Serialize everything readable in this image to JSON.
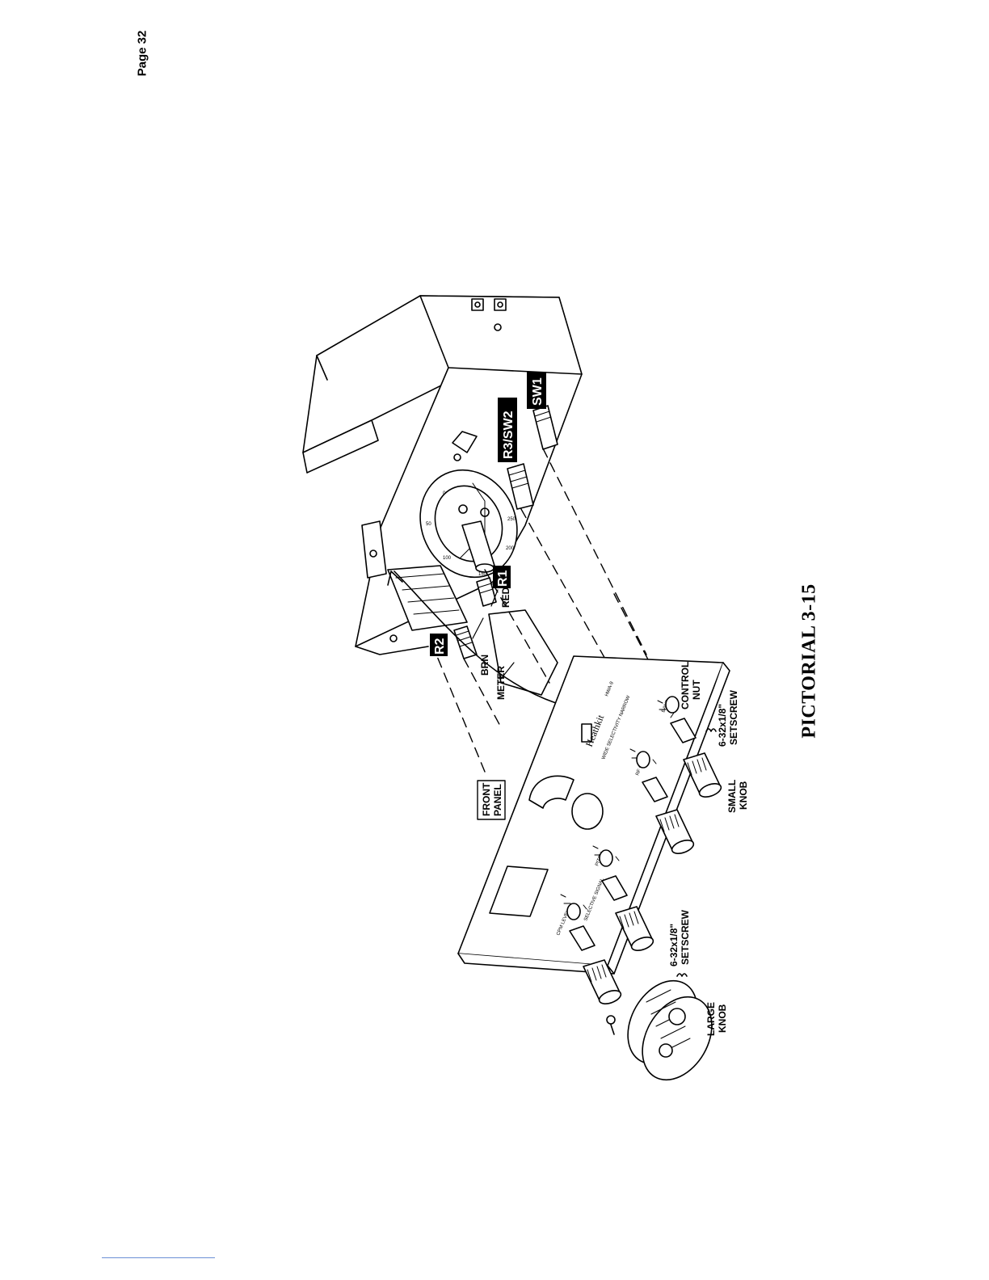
{
  "page": {
    "number": "Page 32"
  },
  "figure": {
    "caption": "PICTORIAL 3-15",
    "callouts": {
      "front_panel_1": "FRONT",
      "front_panel_2": "PANEL",
      "r2": "R2",
      "r1": "R1",
      "r3_sw2": "R3/SW2",
      "sw1": "SW1",
      "brn": "BRN",
      "red": "RED",
      "meter": "METER",
      "control_nut_1": "CONTROL",
      "control_nut_2": "NUT",
      "setscrew_small_1": "6-32x1/8\"",
      "setscrew_small_2": "SETSCREW",
      "small_knob_1": "SMALL",
      "small_knob_2": "KNOB",
      "setscrew_large_1": "6-32x1/8\"",
      "setscrew_large_2": "SETSCREW",
      "large_knob_1": "LARGE",
      "large_knob_2": "KNOB"
    },
    "panel_markings": {
      "brand": "Heathkit",
      "model": "HWA-9",
      "subtitle": "WIDE  SELECTIVITY  NARROW",
      "selective_signal": "SELECTIVE SIGNAL",
      "cw_level": "CPM LEVEL",
      "pitch": "PITCH",
      "rf_gain": "RF GAIN",
      "band": "BAND"
    },
    "dial_scale": [
      "0",
      "50",
      "100",
      "150",
      "200",
      "250"
    ]
  }
}
